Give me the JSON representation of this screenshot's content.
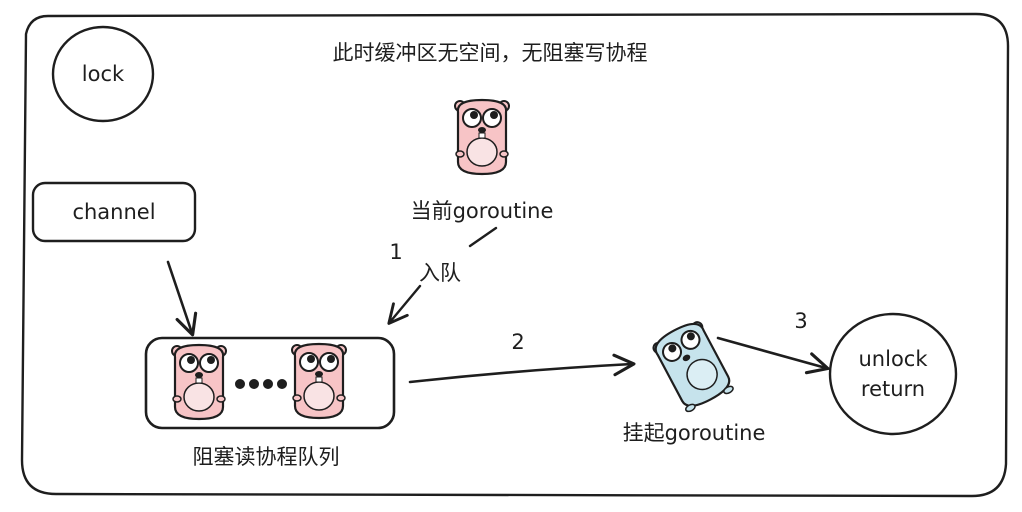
{
  "title": "此时缓冲区无空间，无阻塞写协程",
  "lock_label": "lock",
  "channel_label": "channel",
  "current_goroutine_label": "当前goroutine",
  "enqueue": {
    "step": "1",
    "label": "入队"
  },
  "queue_label": "阻塞读协程队列",
  "suspend": {
    "step": "2",
    "label": "挂起goroutine"
  },
  "unlock": {
    "step": "3",
    "line1": "unlock",
    "line2": "return"
  },
  "colors": {
    "pink_gopher": "#f7c4c6",
    "pink_belly": "#f9e3e4",
    "blue_gopher": "#c6e3ec",
    "ink": "#1e1e1e"
  }
}
